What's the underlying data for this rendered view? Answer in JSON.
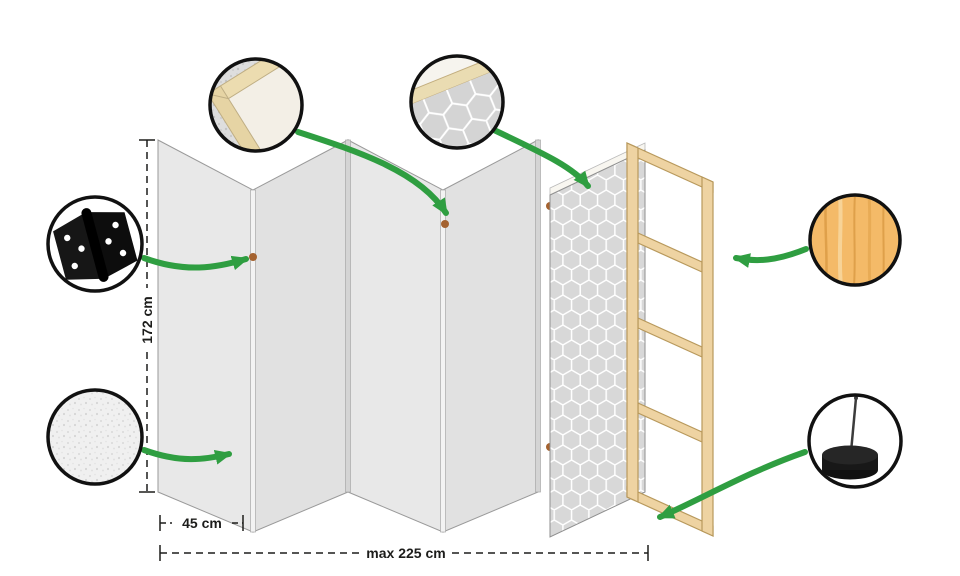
{
  "diagram": {
    "type": "product-construction-diagram",
    "subject": "folding room divider screen exploded view",
    "labels": {
      "height": "172 cm",
      "panel_width": "45 cm",
      "max_width": "max 225 cm"
    },
    "panels": {
      "count": 5,
      "plain_leaves": 4,
      "patterned_leaves": 1
    },
    "callouts": [
      {
        "name": "frame-corner-detail",
        "icon": "frame-corner-icon",
        "position": "top-left"
      },
      {
        "name": "hinge-detail",
        "icon": "hinge-icon",
        "position": "middle-left"
      },
      {
        "name": "canvas-texture-detail",
        "icon": "canvas-texture-icon",
        "position": "bottom-left"
      },
      {
        "name": "pattern-corner-detail",
        "icon": "pattern-corner-icon",
        "position": "top-center"
      },
      {
        "name": "wood-texture-detail",
        "icon": "wood-texture-icon",
        "position": "middle-right"
      },
      {
        "name": "stand-foot-detail",
        "icon": "stand-foot-icon",
        "position": "bottom-right"
      }
    ],
    "colors": {
      "background": "#ffffff",
      "arrow_green": "#2f9e41",
      "panel_light": "#e8e8e8",
      "panel_dark": "#e1e1e1",
      "panel_outline": "#9a9a9a",
      "pattern_background": "#d8d8d8",
      "pattern_lines": "#ffffff",
      "wood_frame": "#eed3a2",
      "wood_circle": "#f4ba68",
      "hinge_black": "#141414",
      "hinge_pin_brown": "#a4622f",
      "dimension_text": "#1d1d1b"
    }
  }
}
